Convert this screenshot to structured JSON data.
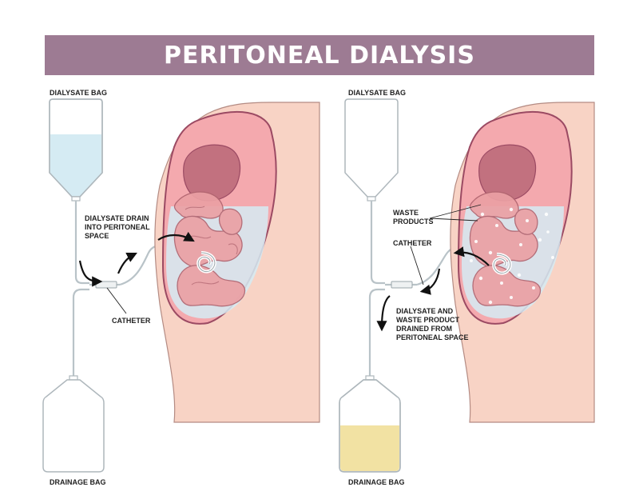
{
  "title": "PERITONEAL DIALYSIS",
  "left_panel": {
    "top_bag_label": "DIALYSATE BAG",
    "bottom_bag_label": "DRAINAGE BAG",
    "flow_label": "DIALYSATE DRAIN\nINTO PERITONEAL\nSPACE",
    "catheter_label": "CATHETER"
  },
  "right_panel": {
    "top_bag_label": "DIALYSATE BAG",
    "bottom_bag_label": "DRAINAGE BAG",
    "waste_label": "WASTE\nPRODUCTS",
    "catheter_label": "CATHETER",
    "flow_label": "DIALYSATE AND\nWASTE PRODUCT\nDRAINED FROM\nPERITONEAL SPACE"
  },
  "colors": {
    "banner": "#9d7b93",
    "skin": "#f8d3c5",
    "cavity": "#f4a9ae",
    "outline": "#9b4a63",
    "liver": "#c2717f",
    "intestine": "#eba0a4",
    "dialysate": "#d5ebf3",
    "waste_fluid": "#f2e2a3"
  }
}
